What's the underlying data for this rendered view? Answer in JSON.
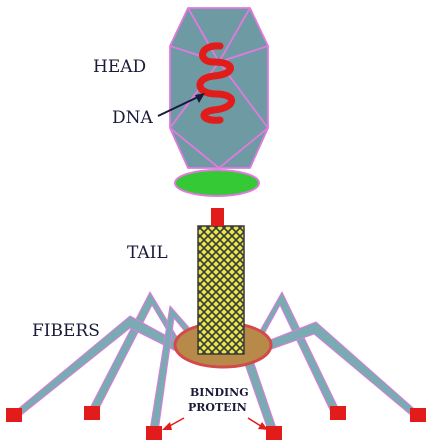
{
  "labels": {
    "head": "HEAD",
    "dna": "DNA",
    "tail": "TAIL",
    "fibers": "FIBERS",
    "binding_line1": "BINDING",
    "binding_line2": "PROTEIN"
  },
  "colors": {
    "capsid_fill": "#6e9aa3",
    "capsid_edge": "#e07adf",
    "dna_strand": "#e21b1b",
    "collar_fill": "#36c936",
    "tail_fill": "#e8e84a",
    "tail_pattern": "#3a3a3a",
    "connector": "#e21b1b",
    "baseplate_fill": "#b88a4a",
    "baseplate_edge": "#d24a4a",
    "fiber_fill": "#7aaab2",
    "fiber_edge": "#e07adf",
    "foot": "#e21b1b",
    "arrow": "#e21b1b",
    "label_text": "#1a1a3a"
  }
}
